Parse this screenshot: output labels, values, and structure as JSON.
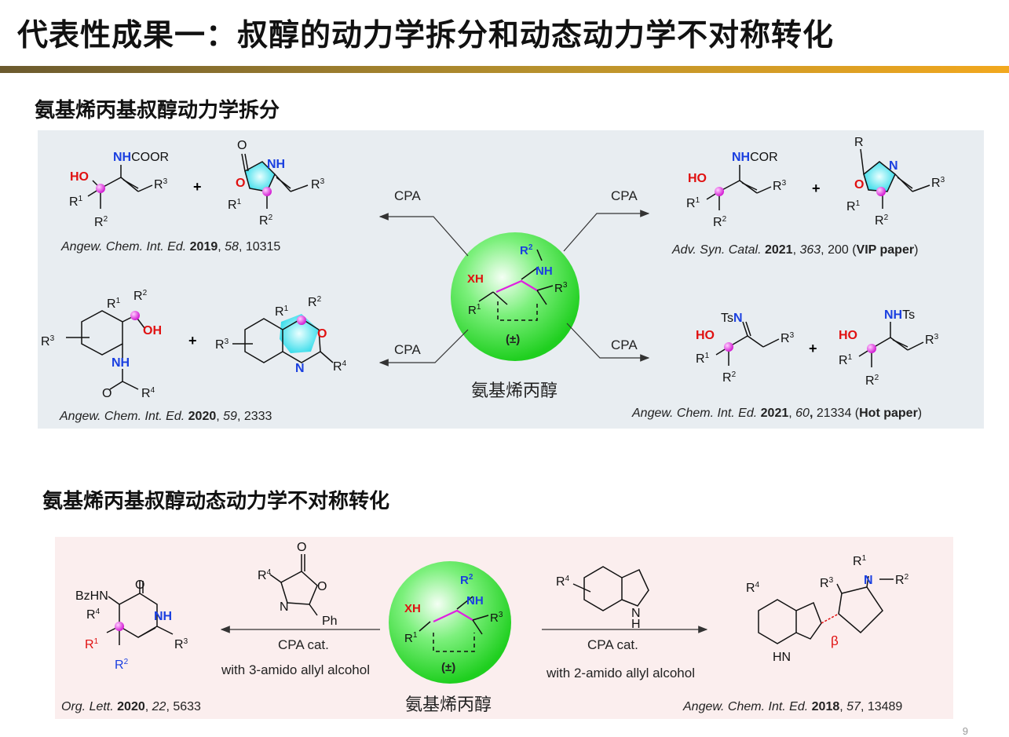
{
  "title": "代表性成果一：叔醇的动力学拆分和动态动力学不对称转化",
  "section1": {
    "title": "氨基烯丙基叔醇动力学拆分",
    "center_label": "氨基烯丙醇",
    "racemic": "(±)",
    "reagent_left_top": "CPA",
    "reagent_left_bottom": "CPA",
    "reagent_right_top": "CPA",
    "reagent_right_bottom": "CPA",
    "refs": {
      "tl": {
        "journal": "Angew. Chem. Int. Ed.",
        "year": "2019",
        "volume": "58",
        "page": "10315"
      },
      "bl": {
        "journal": "Angew. Chem. Int. Ed.",
        "year": "2020",
        "volume": "59",
        "page": "2333"
      },
      "tr": {
        "journal": "Adv. Syn. Catal.",
        "year": "2021",
        "volume": "363",
        "page": "200",
        "note": "VIP paper"
      },
      "br": {
        "journal": "Angew. Chem. Int. Ed.",
        "year": "2021",
        "volume": "60",
        "page": "21334",
        "note": "Hot paper"
      }
    }
  },
  "section2": {
    "title": "氨基烯丙基叔醇动态动力学不对称转化",
    "center_label": "氨基烯丙醇",
    "racemic": "(±)",
    "left_condition_1": "CPA cat.",
    "left_condition_2": "with 3-amido allyl alcohol",
    "right_condition_1": "CPA cat.",
    "right_condition_2": "with 2-amido allyl alcohol",
    "refs": {
      "left": {
        "journal": "Org. Lett.",
        "year": "2020",
        "volume": "22",
        "page": "5633"
      },
      "right": {
        "journal": "Angew. Chem. Int. Ed.",
        "year": "2018",
        "volume": "57",
        "page": "13489"
      }
    }
  },
  "page_number": "9",
  "colors": {
    "hetero_blue": "#1a3fe0",
    "hetero_red": "#e01010",
    "stereo_magenta": "#e020e0",
    "sphere_green": "#33dd33"
  }
}
